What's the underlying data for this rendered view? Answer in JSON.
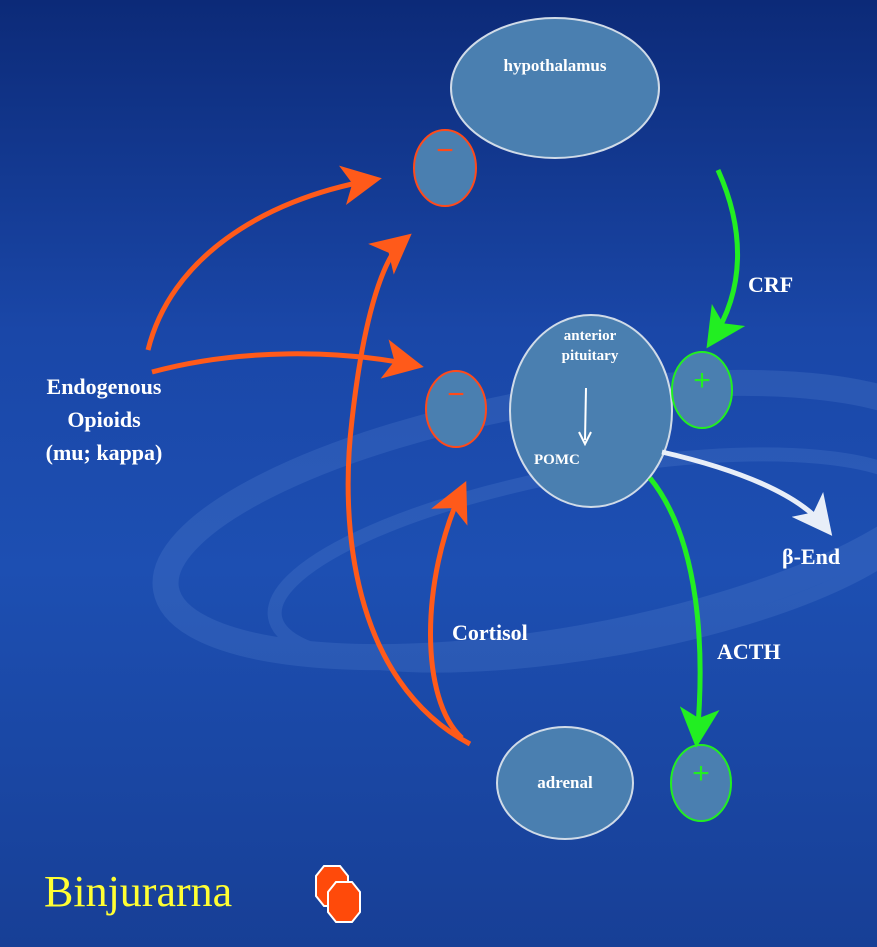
{
  "nodes": {
    "hypothalamus": "hypothalamus",
    "anterior_pituitary": "anterior\npituitary",
    "pomc": "POMC",
    "adrenal": "adrenal"
  },
  "labels": {
    "crf": "CRF",
    "acth": "ACTH",
    "beta_end": "β-End",
    "cortisol": "Cortisol",
    "endogenous_opioids": "Endogenous\nOpioids\n(mu; kappa)"
  },
  "signs": {
    "minus": "−",
    "plus": "+"
  },
  "footer": {
    "text": "Binjurarna"
  },
  "colors": {
    "inhibitory_arrow": "#ff5a1a",
    "stimulatory_arrow": "#22ee22",
    "beta_end_arrow": "#e8eef8",
    "node_fill": "#4a7fb0",
    "node_stroke": "#d0dbe8",
    "minus_sign": "#ff4a1a",
    "plus_sign": "#22ee22",
    "footer_text": "#ffff33",
    "footer_icon": "#ff4a0a"
  },
  "icons": {
    "footer_icon": "hexagon-stack-icon"
  }
}
